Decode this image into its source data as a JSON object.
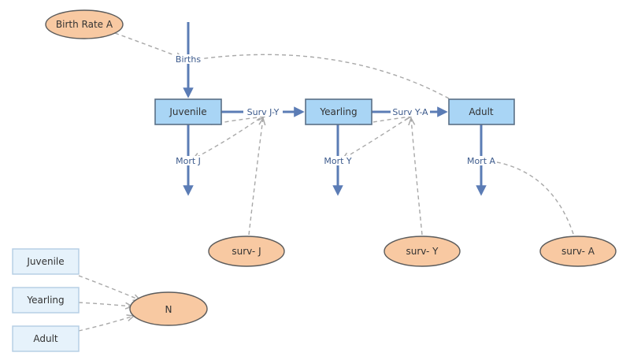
{
  "stocks": {
    "juvenile": "Juvenile",
    "yearling": "Yearling",
    "adult": "Adult"
  },
  "flows": {
    "births": "Births",
    "surv_jy": "Surv J-Y",
    "surv_ya": "Surv Y-A",
    "mort_j": "Mort J",
    "mort_y": "Mort Y",
    "mort_a": "Mort A"
  },
  "auxiliaries": {
    "birth_rate_a": "Birth Rate A",
    "surv_j": "surv- J",
    "surv_y": "surv- Y",
    "surv_a": "surv- A",
    "n": "N"
  },
  "ghosts": {
    "juvenile": "Juvenile",
    "yearling": "Yearling",
    "adult": "Adult"
  },
  "colors": {
    "stock_fill": "#a9d5f5",
    "auxiliary_fill": "#f8c9a2",
    "flow": "#5b7cb5",
    "link": "#a8a8a8"
  }
}
